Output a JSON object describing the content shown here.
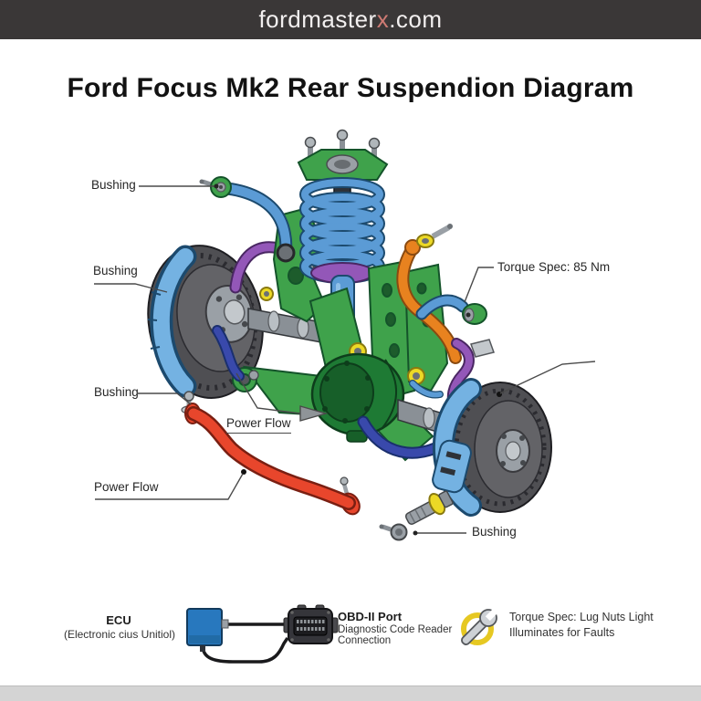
{
  "header": {
    "site_prefix": "fordmaster",
    "site_accent": "x",
    "site_suffix": ".com"
  },
  "title": "Ford Focus Mk2 Rear Suspendion Diagram",
  "diagram": {
    "labels": {
      "bushing_upper": "Bushing",
      "bushing_left": "Bushing",
      "bushing_swaybar": "Bushing",
      "power_flow_center": "Power Flow",
      "power_flow_bar": "Power Flow",
      "torque_spec": "Torque Spec: 85 Nm",
      "bushing_bolt": "Bushing"
    },
    "colors": {
      "header_bg": "#3a3737",
      "header_accent": "#cf7b74",
      "frame_green": "#3fa24b",
      "diff_green": "#1e7a34",
      "arm_blue": "#5b9bd5",
      "caliper_blue": "#74b2e2",
      "link_purple": "#9357b8",
      "link_navy": "#3949ab",
      "arm_orange": "#e8821f",
      "swaybar_red": "#e8462c",
      "washer_yellow": "#ecd926",
      "disc_gray": "#4f4f53",
      "metal_gray": "#9aa0a6"
    }
  },
  "legend": {
    "ecu": {
      "title": "ECU",
      "subtitle": "(Electronic cius Unitiol)"
    },
    "obd": {
      "title": "OBD-II Port",
      "line1": "Diagnostic Code Reader",
      "line2": "Connection"
    },
    "torque_note": {
      "line1": "Torque Spec: Lug Nuts Light",
      "line2": "Illuminates for Faults"
    }
  }
}
